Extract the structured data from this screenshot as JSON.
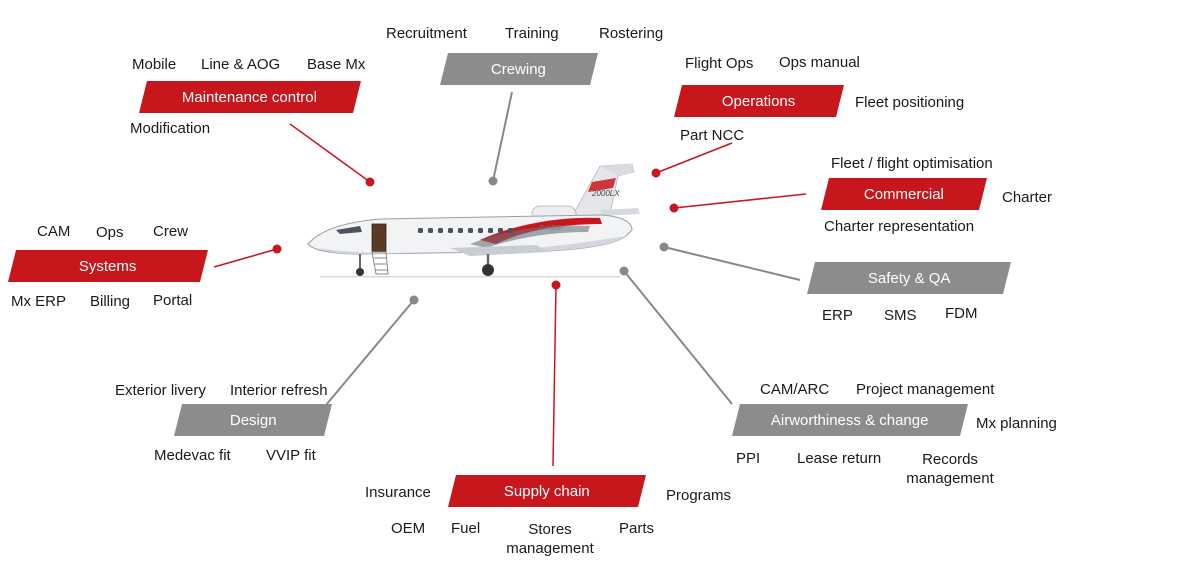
{
  "colors": {
    "accent_red": "#c8161d",
    "neutral_grey": "#8c8c8c",
    "line_grey": "#888888",
    "text": "#1a1a1a"
  },
  "aircraft": {
    "model_badge": "2000LX",
    "registration": "F-HBIP"
  },
  "nodes": {
    "maintenance_control": {
      "title": "Maintenance control",
      "items": [
        "Mobile",
        "Line & AOG",
        "Base Mx",
        "Modification"
      ]
    },
    "crewing": {
      "title": "Crewing",
      "items": [
        "Recruitment",
        "Training",
        "Rostering"
      ]
    },
    "operations": {
      "title": "Operations",
      "items": [
        "Flight Ops",
        "Ops manual",
        "Fleet positioning",
        "Part NCC"
      ]
    },
    "commercial": {
      "title": "Commercial",
      "items": [
        "Fleet / flight optimisation",
        "Charter",
        "Charter representation"
      ]
    },
    "systems": {
      "title": "Systems",
      "items": [
        "CAM",
        "Ops",
        "Crew",
        "Mx ERP",
        "Billing",
        "Portal"
      ]
    },
    "safety_qa": {
      "title": "Safety & QA",
      "items": [
        "ERP",
        "SMS",
        "FDM"
      ]
    },
    "design": {
      "title": "Design",
      "items": [
        "Exterior livery",
        "Interior refresh",
        "Medevac fit",
        "VVIP fit"
      ]
    },
    "airworthiness": {
      "title": "Airworthiness & change",
      "items": [
        "CAM/ARC",
        "Project management",
        "Mx planning",
        "PPI",
        "Lease return",
        "Records management"
      ]
    },
    "supply_chain": {
      "title": "Supply chain",
      "items": [
        "Insurance",
        "Programs",
        "OEM",
        "Fuel",
        "Stores management",
        "Parts"
      ]
    }
  }
}
